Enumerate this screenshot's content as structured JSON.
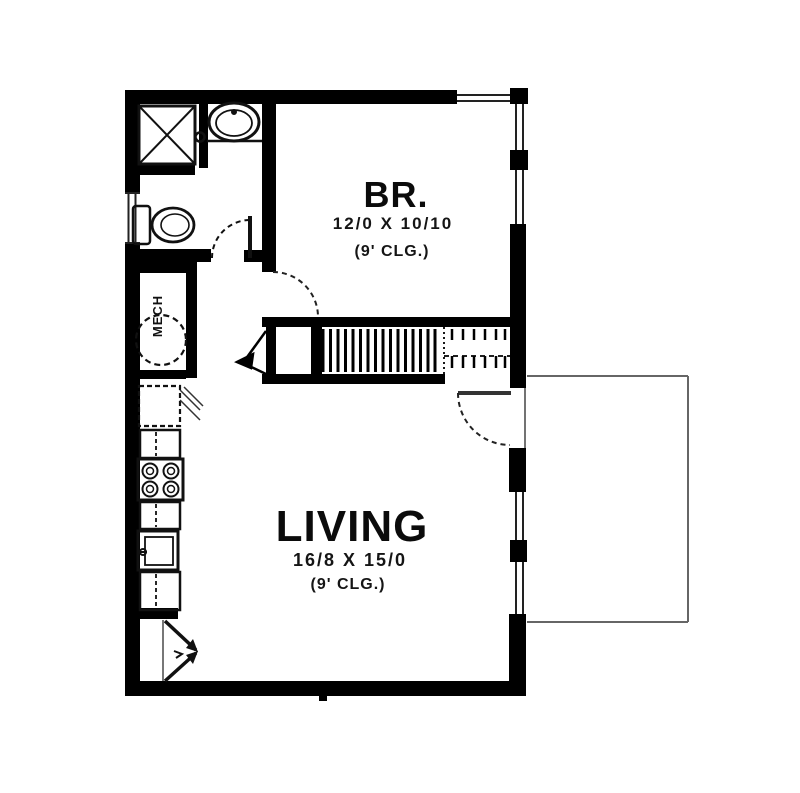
{
  "rooms": {
    "bedroom": {
      "name": "BR.",
      "dims": "12/0 X 10/10",
      "ceiling": "(9' CLG.)"
    },
    "living": {
      "name": "LIVING",
      "dims": "16/8 X 15/0",
      "ceiling": "(9' CLG.)"
    }
  },
  "labels": {
    "mech": "MECH"
  },
  "colors": {
    "wall": "#000000",
    "line": "#111111",
    "thin_line": "#666666",
    "background": "#ffffff"
  }
}
